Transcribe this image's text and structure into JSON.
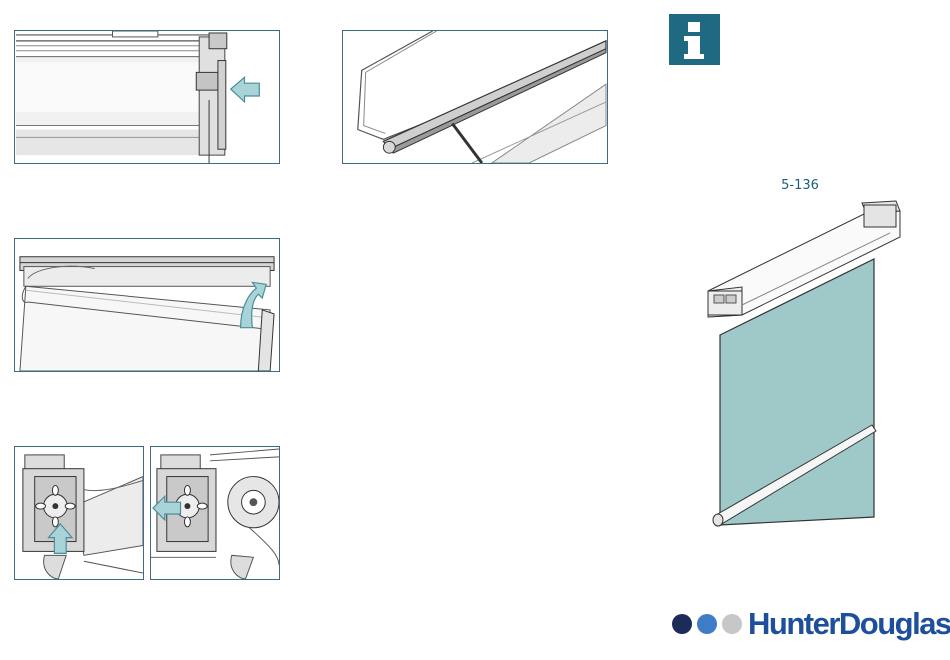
{
  "page_ref": "5-136",
  "brand": {
    "name": "HunterDouglas",
    "dot_colors": [
      "#1c2b57",
      "#3e7cc5",
      "#c6c7c9"
    ],
    "text_color": "#1e4f9c"
  },
  "info_icon": {
    "name": "info-icon",
    "color": "#1f6a82"
  },
  "colors": {
    "panel_border": "#3b6e86",
    "arrow_fill": "#a8d3d8",
    "arrow_stroke": "#4b8e98",
    "fabric": "#9fc9c9"
  },
  "figures": [
    {
      "id": "step-1",
      "icon": "arrow-left-icon"
    },
    {
      "id": "step-2",
      "icon": "none"
    },
    {
      "id": "step-3",
      "icon": "rotate-arrow-icon"
    },
    {
      "id": "step-4a",
      "icon": "arrow-up-icon"
    },
    {
      "id": "step-4b",
      "icon": "arrow-right-icon"
    }
  ]
}
